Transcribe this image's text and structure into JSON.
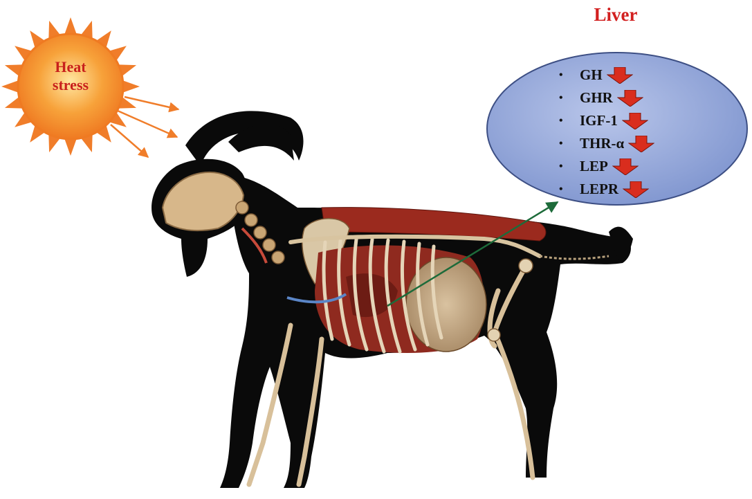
{
  "stress_label": {
    "line1": "Heat",
    "line2": "stress"
  },
  "organ_label": "Liver",
  "genes": [
    {
      "name": "GH",
      "direction": "down"
    },
    {
      "name": "GHR",
      "direction": "down"
    },
    {
      "name": "IGF-1",
      "direction": "down"
    },
    {
      "name": "THR-α",
      "direction": "down"
    },
    {
      "name": "LEP",
      "direction": "down"
    },
    {
      "name": "LEPR",
      "direction": "down"
    }
  ],
  "colors": {
    "sun_core": "#f7a23a",
    "sun_rays": "#f07d2a",
    "label_red": "#d21f1f",
    "ellipse_fill": "#8fa3d6",
    "down_arrow": "#d92d1e",
    "pointer_line": "#1d6b3a",
    "goat_silhouette": "#0a0a0a"
  },
  "icons": {
    "sun": "sun-icon",
    "goat": "goat-anatomy-illustration",
    "down": "down-arrow-icon"
  }
}
